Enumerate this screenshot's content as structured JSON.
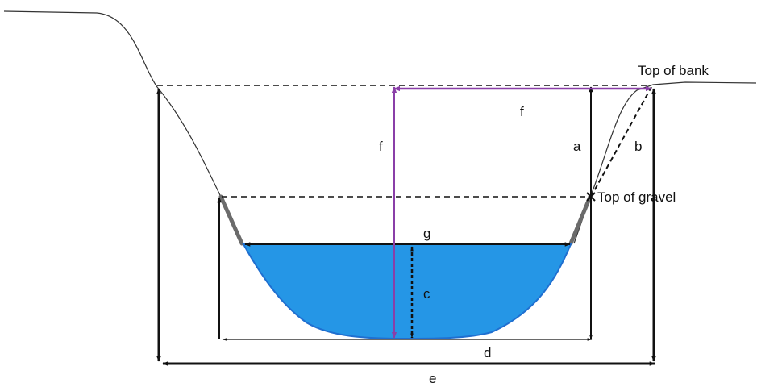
{
  "labels": {
    "top_of_bank": "Top of bank",
    "top_of_gravel": "Top of gravel",
    "a": "a",
    "b": "b",
    "c": "c",
    "d": "d",
    "e": "e",
    "f_horizontal": "f",
    "f_vertical": "f",
    "g": "g"
  },
  "colors": {
    "water": "#2596e6",
    "water_edge": "#1f6fd0",
    "f_dimension": "#8a3fa8",
    "ground": "#333333",
    "gravel": "#6b6b6b"
  }
}
